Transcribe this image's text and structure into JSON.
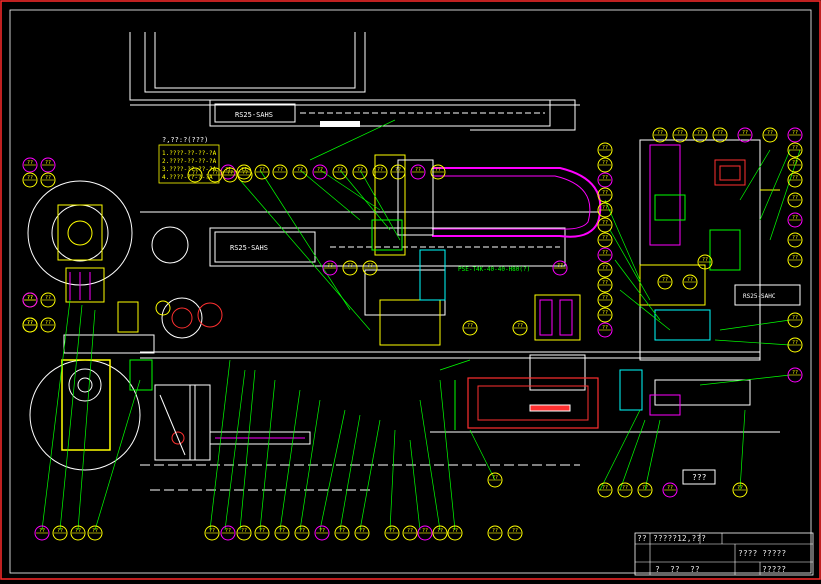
{
  "colors": {
    "background": "#000000",
    "frame": "#ff2a2a",
    "lines": "#ffffff",
    "yellow": "#ffff00",
    "green": "#00ff00",
    "cyan": "#00ffff",
    "magenta": "#ff00ff",
    "red": "#ff3030",
    "blue": "#3a4dff"
  },
  "labels": {
    "top_slide_tag": "RS25-SAHS",
    "mid_slide_tag": "RS25-SAHS",
    "right_slide_tag": "RS25-SAHC",
    "cylinder_tag": "PSE-T4K-40-40-H80(?)",
    "center_box": "???",
    "notes_title": "?,??:?(???)",
    "notes_lines": [
      "1.????-??-??-?A",
      "2.????-??-??-?A",
      "3.????-??-??-?A",
      "4.????-??-?-?A"
    ]
  },
  "title_block": {
    "drawing_no": "?????12,???",
    "title": "???? ?????",
    "scale_label": "?????",
    "small_cells": [
      "??",
      "?",
      "??",
      "??"
    ]
  },
  "balloon_labels": {
    "bottom_row": [
      "??",
      "??",
      "??",
      "??",
      "??",
      "??",
      "??",
      "??",
      "??",
      "??",
      "??",
      "??",
      "??",
      "??",
      "??",
      "??",
      "??",
      "??",
      "??",
      "??"
    ],
    "top_row": [
      "??",
      "??",
      "??",
      "??",
      "??",
      "??",
      "??",
      "??",
      "??",
      "??",
      "??",
      "??"
    ],
    "right_col": [
      "??",
      "??",
      "??",
      "??",
      "??",
      "??",
      "??",
      "??",
      "??",
      "??",
      "??"
    ]
  }
}
